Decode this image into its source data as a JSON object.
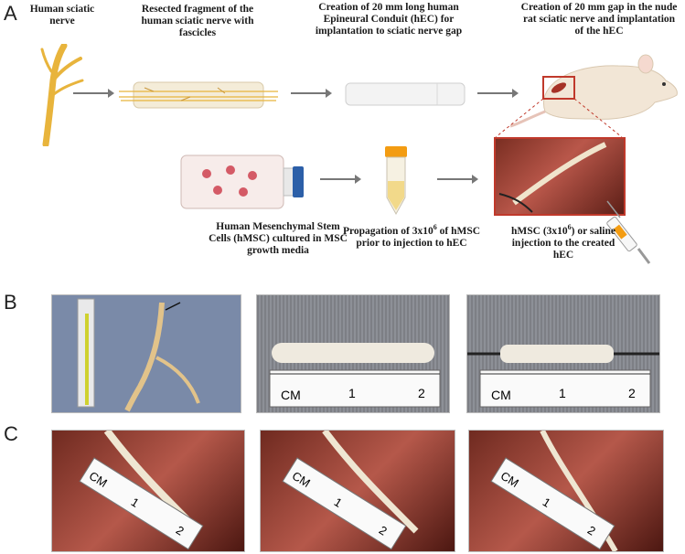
{
  "panels": {
    "a": "A",
    "b": "B",
    "c": "C"
  },
  "captions": {
    "human_nerve": "Human sciatic nerve",
    "resected": "Resected fragment of the human sciatic nerve with fascicles",
    "creation_conduit": "Creation of 20 mm long human Epineural Conduit (hEC) for implantation to sciatic nerve gap",
    "creation_gap": "Creation of 20 mm gap in the nude rat sciatic nerve and implantation of the hEC",
    "hmsc_culture": "Human Mesenchymal Stem Cells (hMSC) cultured in MSC growth media",
    "propagation_pre": "Propagation of 3x10",
    "propagation_exp": "6",
    "propagation_post": " of hMSC prior to injection to hEC",
    "injection_pre": "hMSC (3x10",
    "injection_exp": "6",
    "injection_post": ") or saline injection to the created hEC"
  },
  "ruler": {
    "unit": "CM",
    "tick1": "1",
    "tick2": "2"
  },
  "colors": {
    "nerve": "#e8b43c",
    "arrow": "#777777",
    "rat": "#f2e6d6",
    "highlight": "#c0392b",
    "cap_orange": "#f39c12",
    "bottle_cap": "#2c5fa8",
    "tissue": "#8e3a2c"
  }
}
